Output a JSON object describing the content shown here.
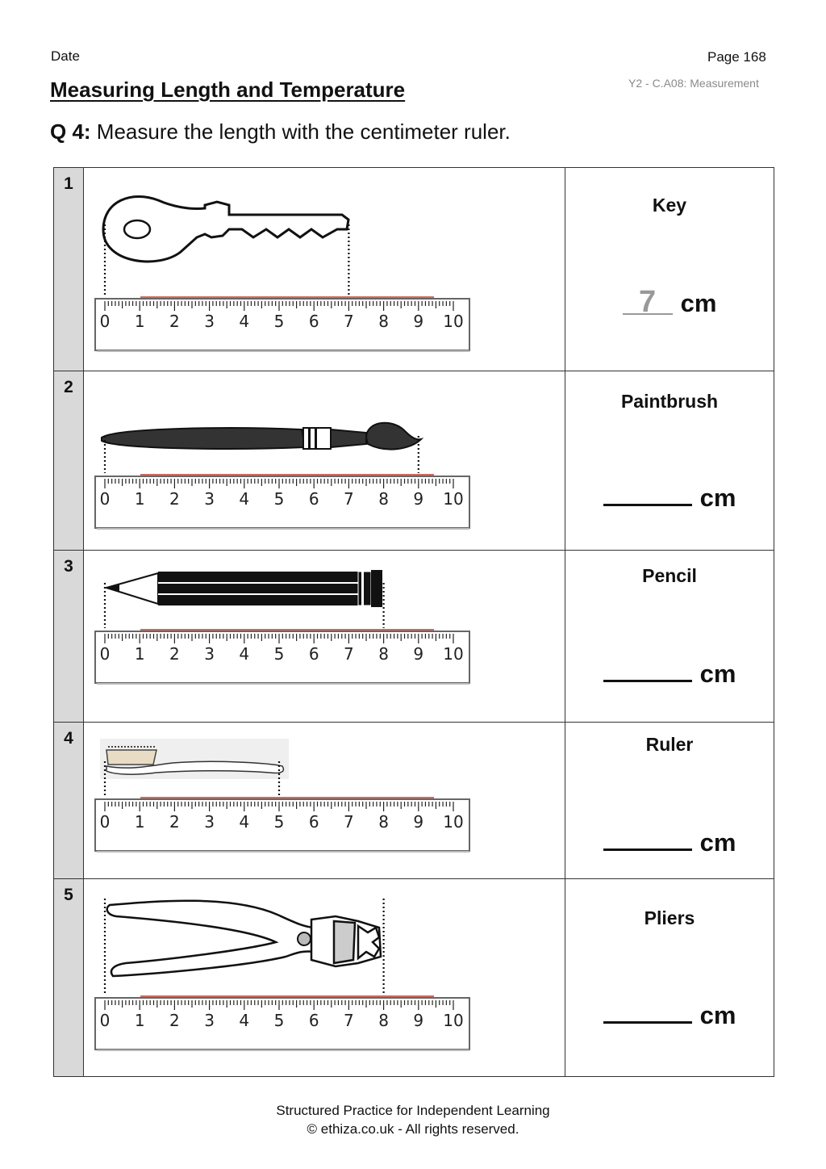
{
  "header": {
    "date_label": "Date",
    "page_label": "Page 168",
    "code": "Y2 - C.A08: Measurement",
    "title": "Measuring Length and Temperature",
    "question_num": "Q 4:",
    "question_text": " Measure the length with the centimeter ruler."
  },
  "ruler_labels": [
    "0",
    "1",
    "2",
    "3",
    "4",
    "5",
    "6",
    "7",
    "8",
    "9",
    "10"
  ],
  "rows": [
    {
      "number": "1",
      "name": "Key",
      "answer": "7",
      "unit": "cm",
      "object": "key-icon",
      "length_cm": 7
    },
    {
      "number": "2",
      "name": "Paintbrush",
      "answer": "",
      "unit": "cm",
      "object": "paintbrush-icon",
      "length_cm": 9
    },
    {
      "number": "3",
      "name": "Pencil",
      "answer": "",
      "unit": "cm",
      "object": "pencil-icon",
      "length_cm": 8
    },
    {
      "number": "4",
      "name": "Ruler",
      "answer": "",
      "unit": "cm",
      "object": "toothbrush-icon",
      "length_cm": 5
    },
    {
      "number": "5",
      "name": "Pliers",
      "answer": "",
      "unit": "cm",
      "object": "pliers-icon",
      "length_cm": 8
    }
  ],
  "footer": {
    "line1": "Structured Practice for Independent Learning",
    "line2": "© ethiza.co.uk - All rights reserved."
  }
}
